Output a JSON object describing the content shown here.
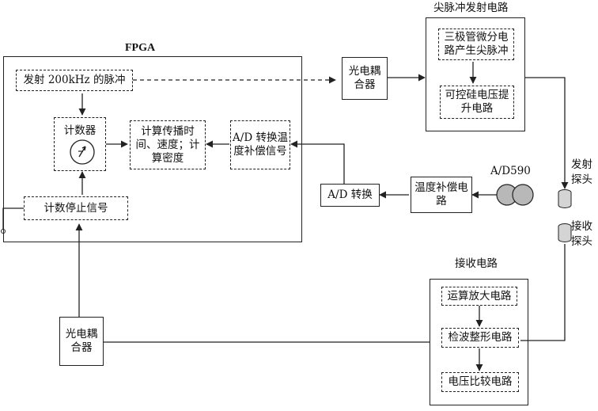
{
  "fpga": {
    "title": "FPGA",
    "emit_pulse": "发射 200kHz 的脉冲",
    "counter": "计数器",
    "compute": "计算传播时间、速度；计算密度",
    "ad_comp": "A/D 转换温度补偿信号",
    "stop_signal": "计数停止信号"
  },
  "optocoupler_top": "光电耦合器",
  "optocoupler_bottom": "光电耦合器",
  "pulse_circuit": {
    "title": "尖脉冲发射电路",
    "block1": "三极管微分电路产生尖脉冲",
    "block2": "可控硅电压提升电路"
  },
  "ad_convert": "A/D 转换",
  "temp_comp": "温度补偿电路",
  "sensor_label": "A/D590",
  "tx_probe": "发射探头",
  "rx_probe": "接收探头",
  "rx_circuit": {
    "title": "接收电路",
    "block1": "运算放大电路",
    "block2": "检波整形电路",
    "block3": "电压比较电路"
  },
  "colors": {
    "line": "#222222",
    "sensor_fill": "#b8b8b8",
    "probe_fill": "#d4d4d4"
  }
}
